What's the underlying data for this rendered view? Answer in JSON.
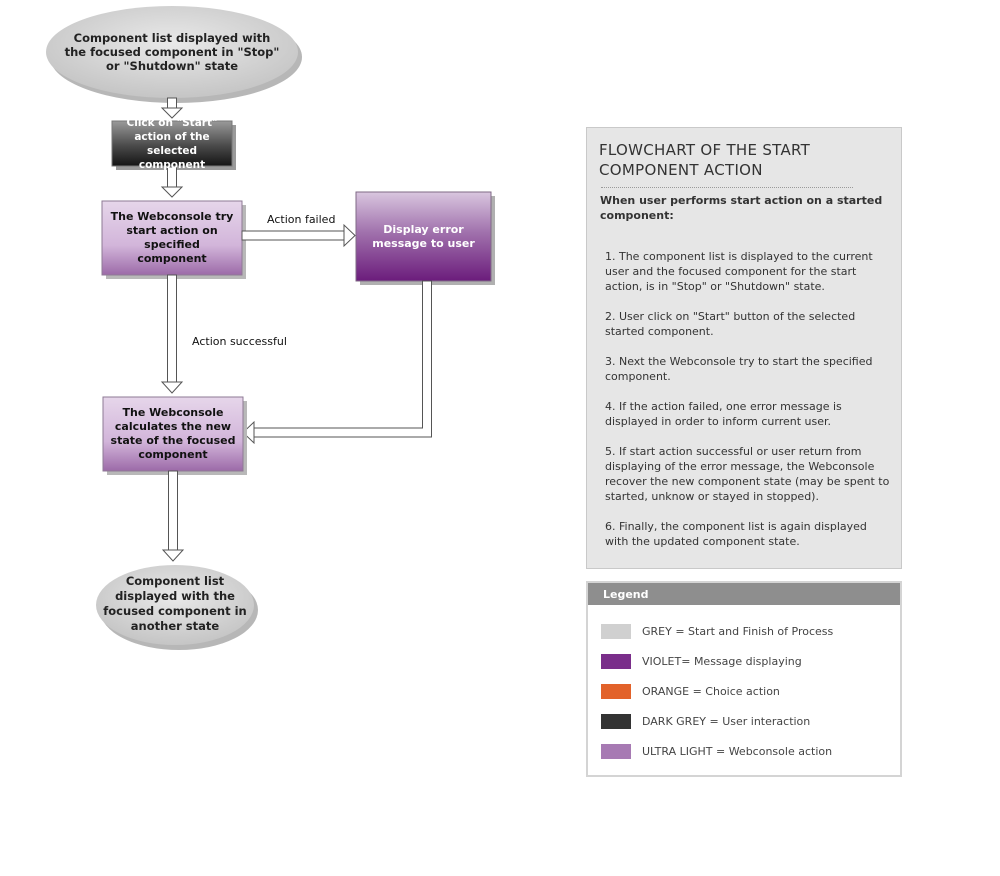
{
  "flowchart": {
    "nodes": {
      "start": "Component list displayed with the focused component in \"Stop\" or \"Shutdown\" state",
      "click_start": "Click on \"Start\" action of the selected component",
      "try_start": "The Webconsole try start action on specified component",
      "error": "Display error message to user",
      "calculate": "The Webconsole calculates the new state of the focused component",
      "end": "Component list displayed with the focused component in another state"
    },
    "edges": {
      "failed": "Action failed",
      "success": "Action successful"
    }
  },
  "info": {
    "title": "FLOWCHART OF THE START COMPONENT ACTION",
    "subtitle": "When user performs start action on a started component:",
    "steps": [
      "1. The component list is displayed to the current user and the focused component for the start action, is in \"Stop\" or \"Shutdown\" state.",
      "2. User click on \"Start\" button of the selected started component.",
      "3. Next the Webconsole try to start the specified component.",
      "4. If the action failed, one error message is displayed in order to inform current user.",
      "5. If start action successful or user return from displaying of the error message, the Webconsole recover the new component state (may be spent to started, unknow or stayed in stopped).",
      "6. Finally, the component list is again displayed with the updated component state."
    ]
  },
  "legend": {
    "title": "Legend",
    "items": [
      {
        "label": "GREY = Start and Finish of Process",
        "color": "#d0d0d0"
      },
      {
        "label": "VIOLET= Message displaying",
        "color": "#7a2e8a"
      },
      {
        "label": "ORANGE = Choice action",
        "color": "#e2622a"
      },
      {
        "label": "DARK GREY = User interaction",
        "color": "#333333"
      },
      {
        "label": "ULTRA LIGHT = Webconsole action",
        "color": "#a77ab3"
      }
    ]
  }
}
